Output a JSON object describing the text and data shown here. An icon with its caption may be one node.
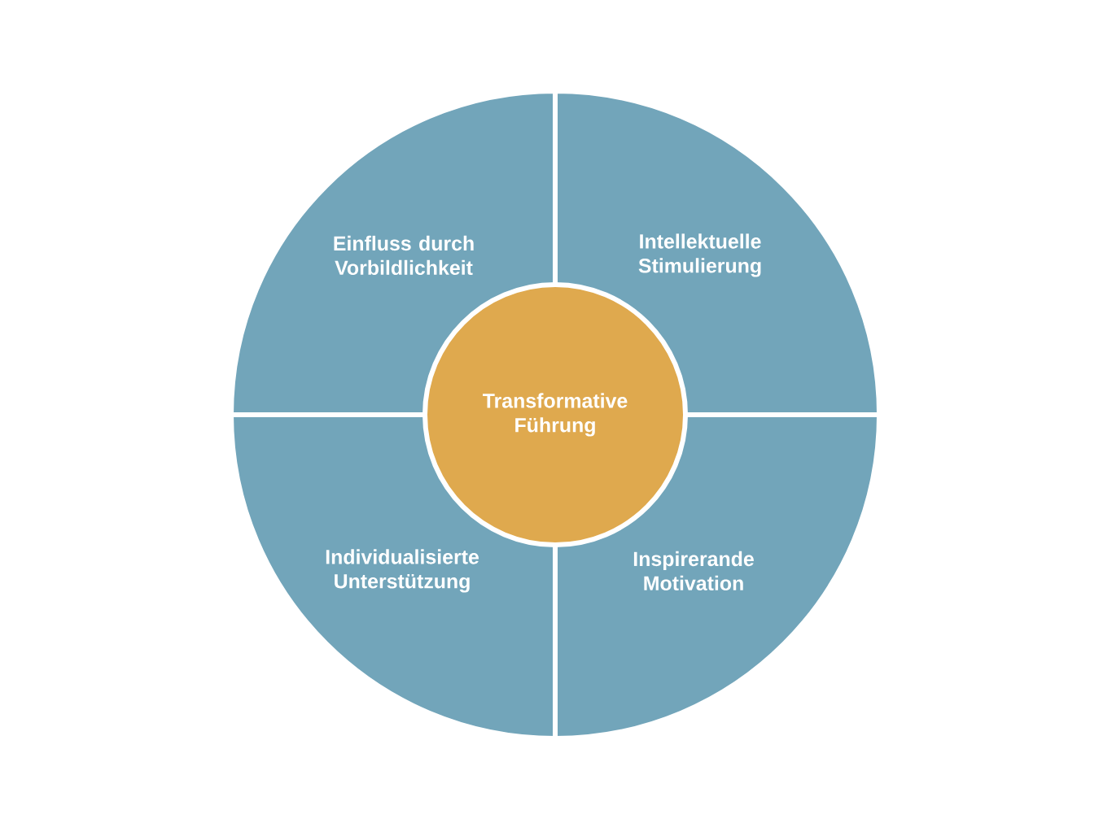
{
  "diagram": {
    "nodes": [
      {
        "text": [
          "Einfluss durch Vorbildlichkeit"
        ]
      },
      {
        "text": [
          "Intellektuelle Stimulierung"
        ]
      },
      {
        "text": [
          "Transformative Führung"
        ]
      },
      {
        "text": [
          "Individualisierte Unterstützung"
        ]
      },
      {
        "text": [
          "Inspirerande Motivation"
        ]
      }
    ]
  }
}
